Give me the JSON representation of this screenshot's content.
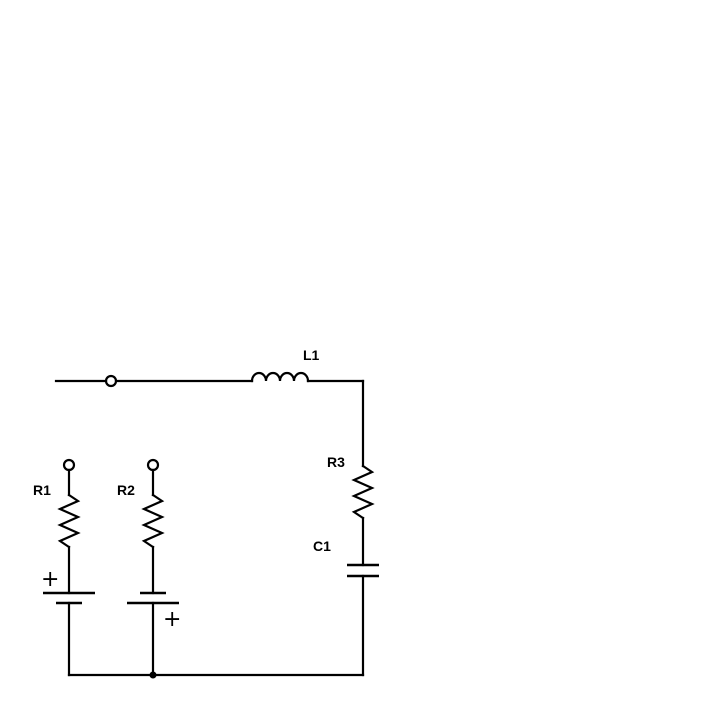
{
  "diagram": {
    "type": "circuit-schematic",
    "components": {
      "L1": {
        "label": "L1",
        "kind": "inductor"
      },
      "R1": {
        "label": "R1",
        "kind": "resistor"
      },
      "R2": {
        "label": "R2",
        "kind": "resistor"
      },
      "R3": {
        "label": "R3",
        "kind": "resistor"
      },
      "C1": {
        "label": "C1",
        "kind": "capacitor"
      },
      "battery_left": {
        "polarity_mark": "+",
        "kind": "battery"
      },
      "battery_right": {
        "polarity_mark": "+",
        "kind": "battery"
      }
    },
    "terminals": [
      "terminal-top-left",
      "terminal-r1-top",
      "terminal-r2-top"
    ],
    "junctions": [
      "junction-bottom"
    ],
    "colors": {
      "stroke": "#000000",
      "background": "#ffffff"
    }
  }
}
